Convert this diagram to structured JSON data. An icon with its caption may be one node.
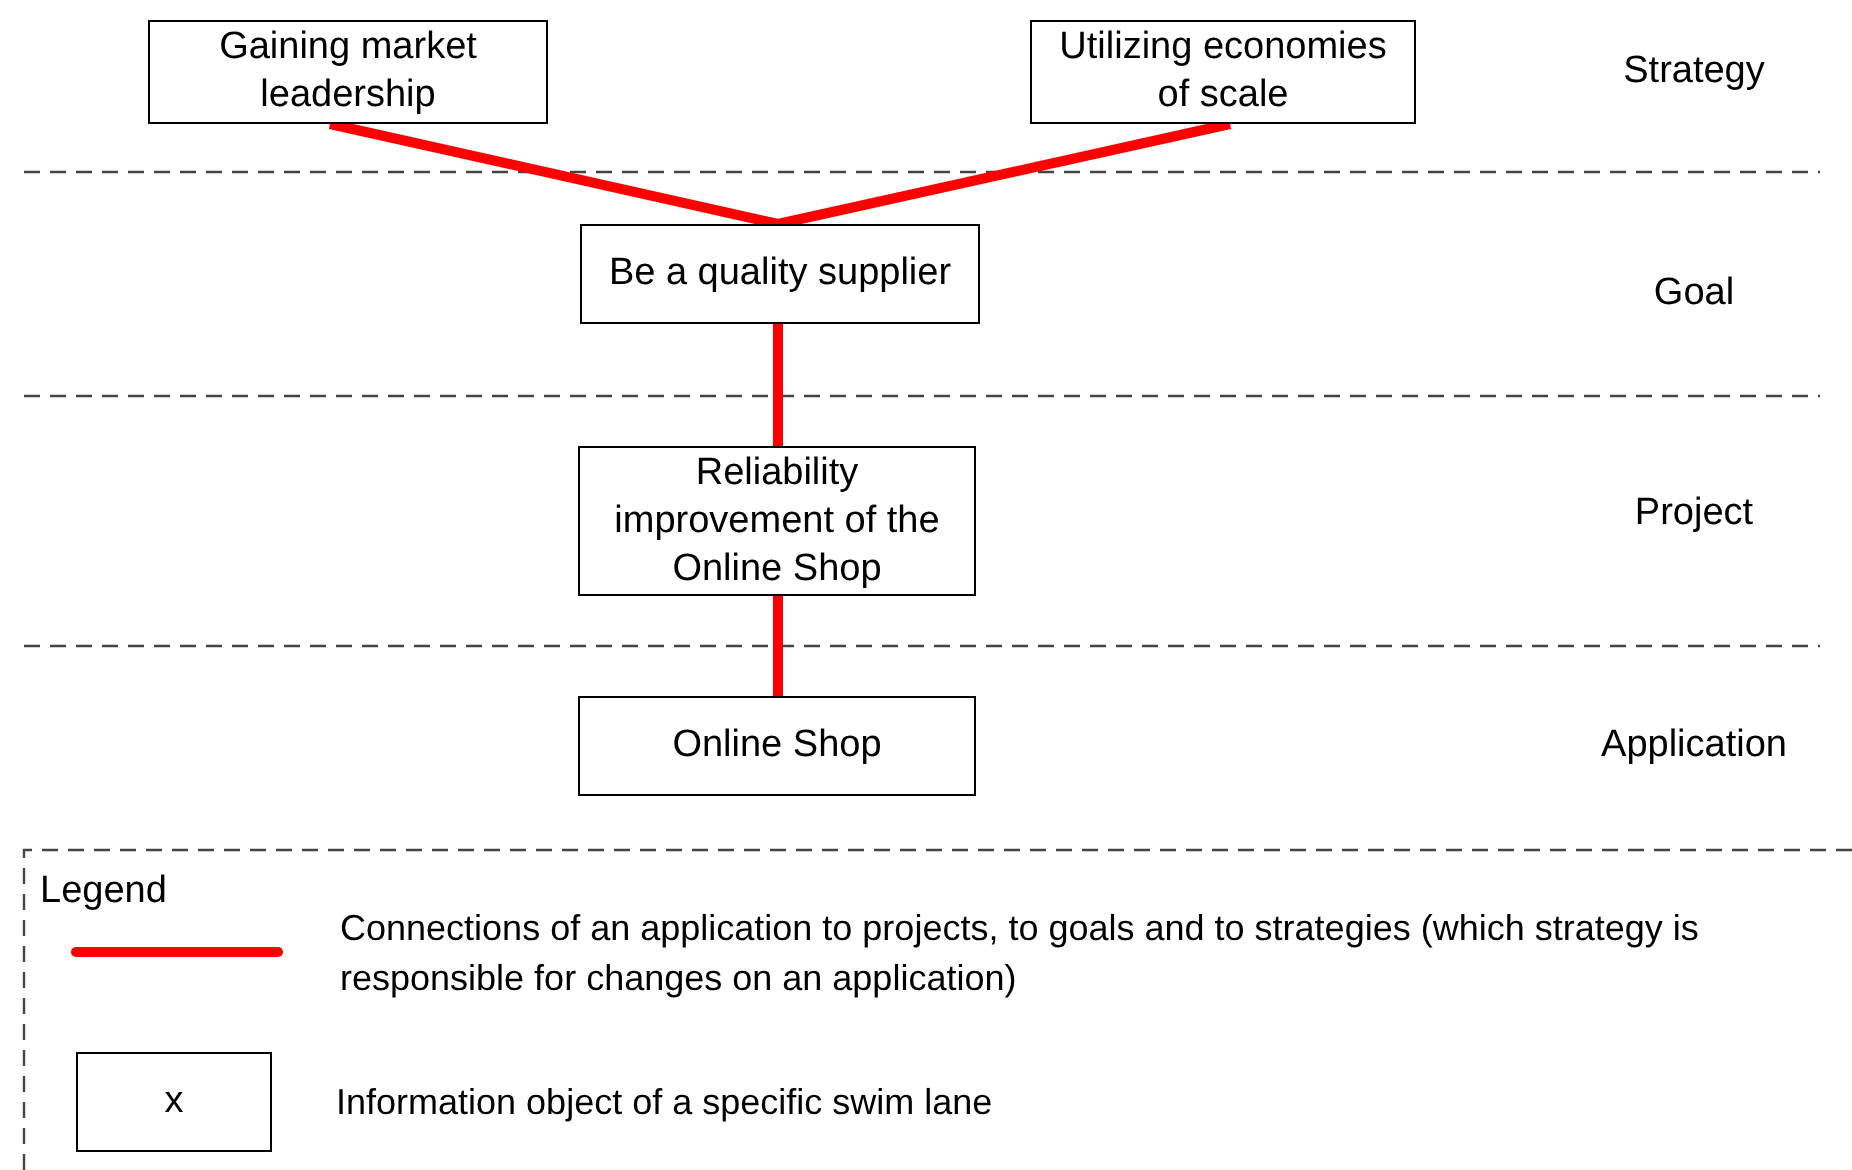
{
  "diagram": {
    "nodes": [
      {
        "text": [
          "Gaining market leadership"
        ]
      },
      {
        "text": [
          "Utilizing economies of scale"
        ]
      },
      {
        "text": [
          "Be a quality supplier"
        ]
      },
      {
        "text": [
          "Reliability improvement of the Online Shop"
        ]
      },
      {
        "text": [
          "Online Shop"
        ]
      }
    ],
    "edges": [
      {
        "from": 0,
        "to": 2,
        "arrow": "none"
      },
      {
        "from": 1,
        "to": 2,
        "arrow": "none"
      },
      {
        "from": 2,
        "to": 3,
        "arrow": "none"
      },
      {
        "from": 3,
        "to": 4,
        "arrow": "none"
      }
    ],
    "labels": [
      "Strategy",
      "Goal",
      "Project",
      "Application",
      "Legend",
      "x"
    ],
    "legend": [
      {
        "text": "Connections of an application to projects, to goals and to strategies (which strategy is responsible for changes on an application)"
      },
      {
        "text": "Information object of a specific swim lane"
      }
    ]
  }
}
